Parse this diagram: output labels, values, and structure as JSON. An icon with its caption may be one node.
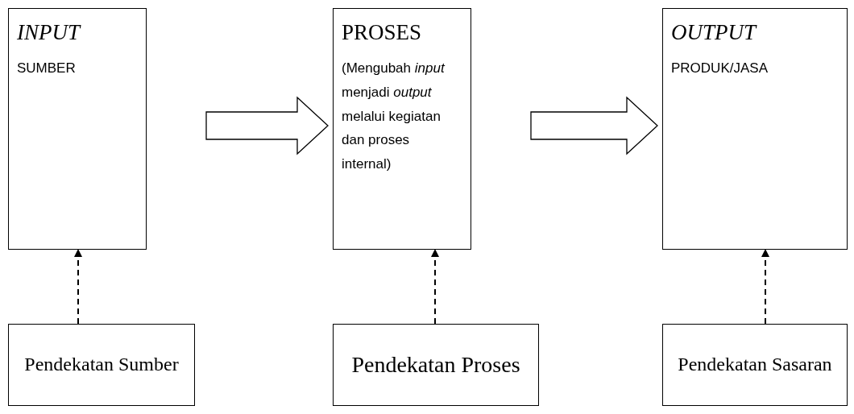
{
  "diagram": {
    "nodes": [
      {
        "text": [
          "INPUT",
          "SUMBER"
        ]
      },
      {
        "text": [
          "PROSES",
          "(Mengubah *input* menjadi *output* melalui kegiatan dan proses internal)"
        ]
      },
      {
        "text": [
          "OUTPUT",
          "PRODUK/JASA"
        ]
      },
      {
        "text": [
          "Pendekatan Sumber"
        ]
      },
      {
        "text": [
          "Pendekatan Proses"
        ]
      },
      {
        "text": [
          "Pendekatan Sasaran"
        ]
      }
    ],
    "edges": [
      {
        "from": 0,
        "to": 1,
        "arrow": "to",
        "style": "thick"
      },
      {
        "from": 1,
        "to": 2,
        "arrow": "to",
        "style": "thick"
      },
      {
        "from": 3,
        "to": 0,
        "arrow": "to",
        "style": "dashed"
      },
      {
        "from": 4,
        "to": 1,
        "arrow": "to",
        "style": "dashed"
      },
      {
        "from": 5,
        "to": 2,
        "arrow": "to",
        "style": "dashed"
      }
    ]
  }
}
